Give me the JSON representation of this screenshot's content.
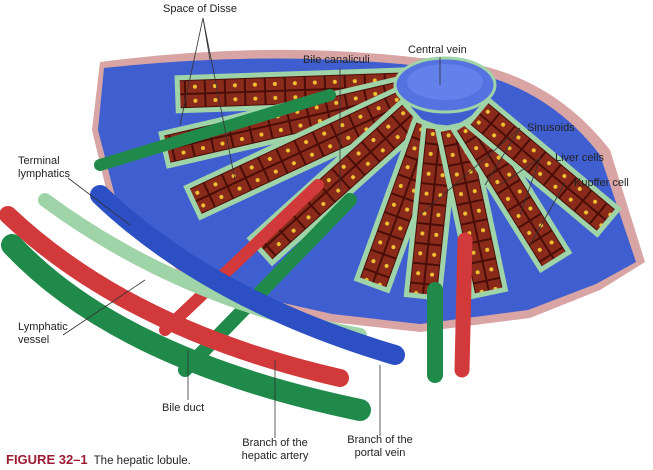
{
  "labels": {
    "space_of_disse": "Space of Disse",
    "bile_canaliculi": "Bile canaliculi",
    "central_vein": "Central vein",
    "sinusoids": "Sinusoids",
    "liver_cells": "Liver cells",
    "kupffer_cell": "Kupffer cell",
    "terminal_lymphatics_1": "Terminal",
    "terminal_lymphatics_2": "lymphatics",
    "lymphatic_vessel_1": "Lymphatic",
    "lymphatic_vessel_2": "vessel",
    "bile_duct": "Bile duct",
    "hepatic_artery_1": "Branch of the",
    "hepatic_artery_2": "hepatic artery",
    "portal_vein_1": "Branch of the",
    "portal_vein_2": "portal vein"
  },
  "caption": {
    "number": "FIGURE 32–1",
    "text": "The hepatic lobule."
  },
  "colors": {
    "sinusoid_blue": "#3f5fd0",
    "cell_brown": "#7a1e12",
    "nucleus_yellow": "#f2c232",
    "bile_green": "#1f8a4a",
    "lymph_green": "#9fd3a8",
    "artery_red": "#d2393a",
    "vein_blue": "#2c4fc4",
    "caption_red": "#9b1b30"
  }
}
